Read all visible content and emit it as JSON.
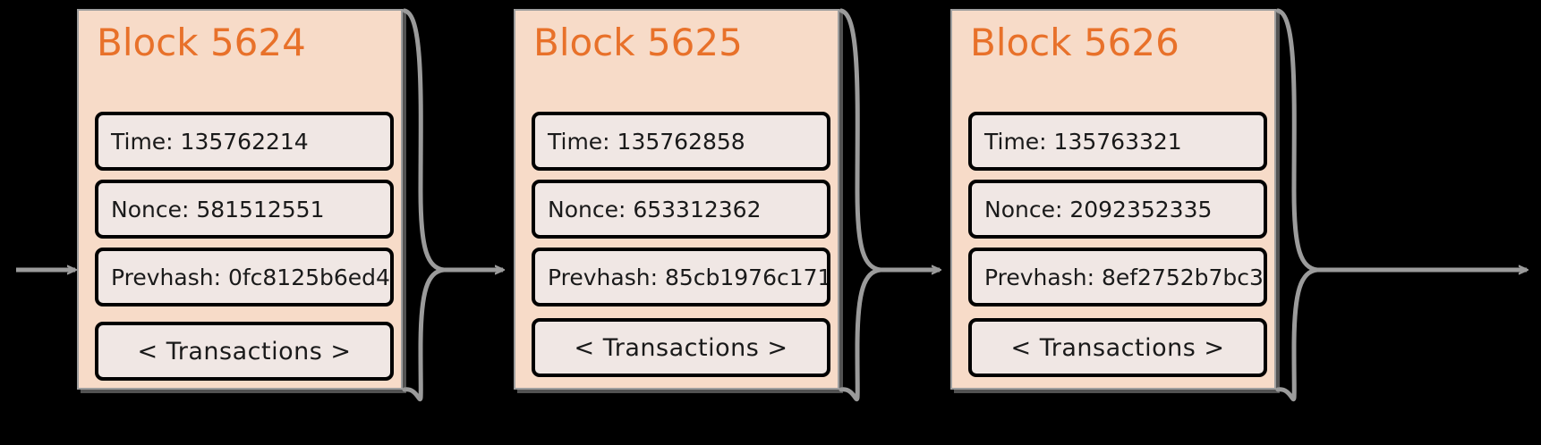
{
  "diagram": {
    "title": "blockchain-block-sequence",
    "background_color": "#000000",
    "block_fill_color": "#f7dbc8",
    "block_border_color": "#9e9e9e",
    "field_fill_color": "#f0e7e4",
    "field_border_color": "#000000",
    "title_color": "#e8712a",
    "connector_color": "#9b9b9b",
    "field_labels": {
      "time": "Time:",
      "nonce": "Nonce:",
      "prevhash": "Prevhash:",
      "transactions": "< Transactions >"
    },
    "blocks": [
      {
        "title": "Block 5624",
        "time": "Time: 135762214",
        "nonce": "Nonce: 581512551",
        "prevhash": "Prevhash: 0fc8125b6ed4",
        "transactions": "< Transactions >",
        "time_value": "135762214",
        "nonce_value": "581512551",
        "prevhash_value": "0fc8125b6ed4"
      },
      {
        "title": "Block 5625",
        "time": "Time: 135762858",
        "nonce": "Nonce: 653312362",
        "prevhash": "Prevhash: 85cb1976c171",
        "transactions": "< Transactions >",
        "time_value": "135762858",
        "nonce_value": "653312362",
        "prevhash_value": "85cb1976c171"
      },
      {
        "title": "Block 5626",
        "time": "Time: 135763321",
        "nonce": "Nonce: 2092352335",
        "prevhash": "Prevhash: 8ef2752b7bc3",
        "transactions": "< Transactions >",
        "time_value": "135763321",
        "nonce_value": "2092352335",
        "prevhash_value": "8ef2752b7bc3"
      }
    ],
    "connectors": [
      {
        "name": "inbound-arrow",
        "from": "left-edge",
        "to": "block-5624"
      },
      {
        "name": "link-arrow-5624-5625",
        "from": "block-5624",
        "to": "block-5625"
      },
      {
        "name": "link-arrow-5625-5626",
        "from": "block-5625",
        "to": "block-5626"
      },
      {
        "name": "outbound-arrow",
        "from": "block-5626",
        "to": "right-edge"
      }
    ]
  }
}
